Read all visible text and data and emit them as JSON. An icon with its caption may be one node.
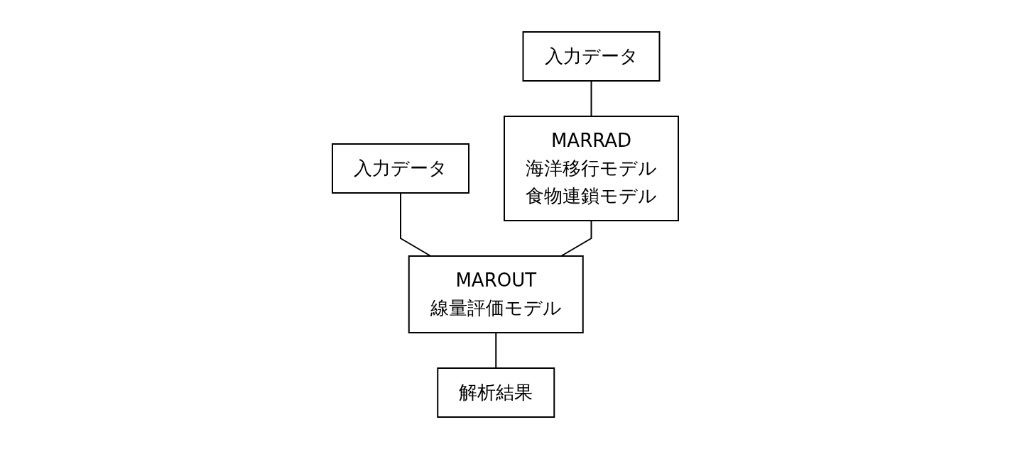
{
  "diagram": {
    "nodes": [
      {
        "text": [
          "入力データ"
        ]
      },
      {
        "text": [
          "入力データ"
        ]
      },
      {
        "text": [
          "MARRAD",
          "海洋移行モデル",
          "食物連鎖モデル"
        ]
      },
      {
        "text": [
          "MAROUT",
          "線量評価モデル"
        ]
      },
      {
        "text": [
          "解析結果"
        ]
      }
    ],
    "edges": [
      {
        "from": 0,
        "to": 2,
        "arrow": "none"
      },
      {
        "from": 1,
        "to": 3,
        "arrow": "none"
      },
      {
        "from": 2,
        "to": 3,
        "arrow": "none"
      },
      {
        "from": 3,
        "to": 4,
        "arrow": "none"
      }
    ]
  }
}
